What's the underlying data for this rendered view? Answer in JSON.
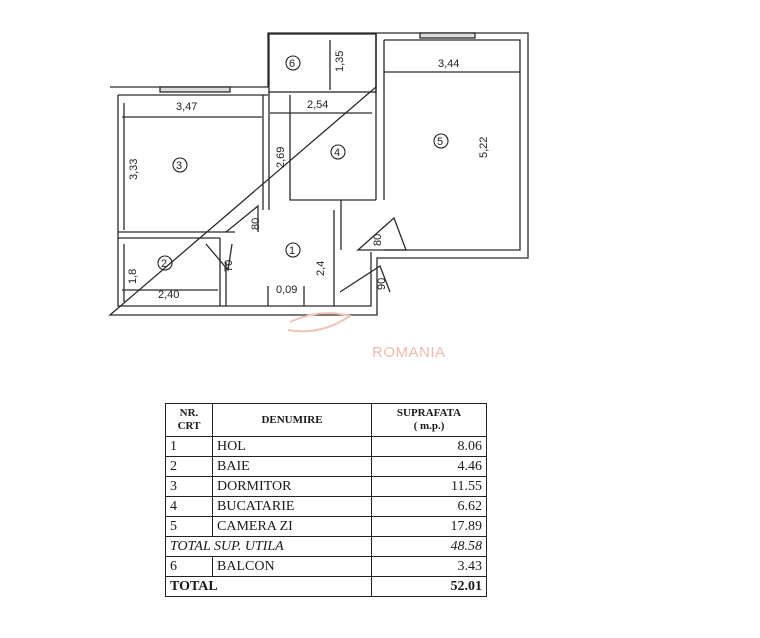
{
  "plan": {
    "rooms": {
      "r1": "1",
      "r2": "2",
      "r3": "3",
      "r4": "4",
      "r5": "5",
      "r6": "6"
    },
    "dims": {
      "d_347": "3,47",
      "d_333": "3,33",
      "d_254": "2,54",
      "d_269": "2,69",
      "d_135": "1,35",
      "d_344": "3,44",
      "d_522": "5,22",
      "d_18": "1,8",
      "d_240": "2,40",
      "d_009": "0,09",
      "d_24": "2,4"
    },
    "doors": {
      "door_a": "80",
      "door_b": "70",
      "door_c": "80",
      "door_d": "90"
    },
    "watermark": "ROMANIA"
  },
  "table": {
    "headers": {
      "nr": "NR.",
      "crt": "CRT",
      "denumire": "DENUMIRE",
      "suprafata": "SUPRAFATA",
      "unit": "( m.p.)"
    },
    "rows": [
      {
        "nr": "1",
        "name": "HOL",
        "area": "8.06"
      },
      {
        "nr": "2",
        "name": "BAIE",
        "area": "4.46"
      },
      {
        "nr": "3",
        "name": "DORMITOR",
        "area": "11.55"
      },
      {
        "nr": "4",
        "name": "BUCATARIE",
        "area": "6.62"
      },
      {
        "nr": "5",
        "name": "CAMERA ZI",
        "area": "17.89"
      }
    ],
    "total_utila_label": "TOTAL SUP. UTILA",
    "total_utila_value": "48.58",
    "balcon": {
      "nr": "6",
      "name": "BALCON",
      "area": "3.43"
    },
    "total_label": "TOTAL",
    "total_value": "52.01"
  }
}
